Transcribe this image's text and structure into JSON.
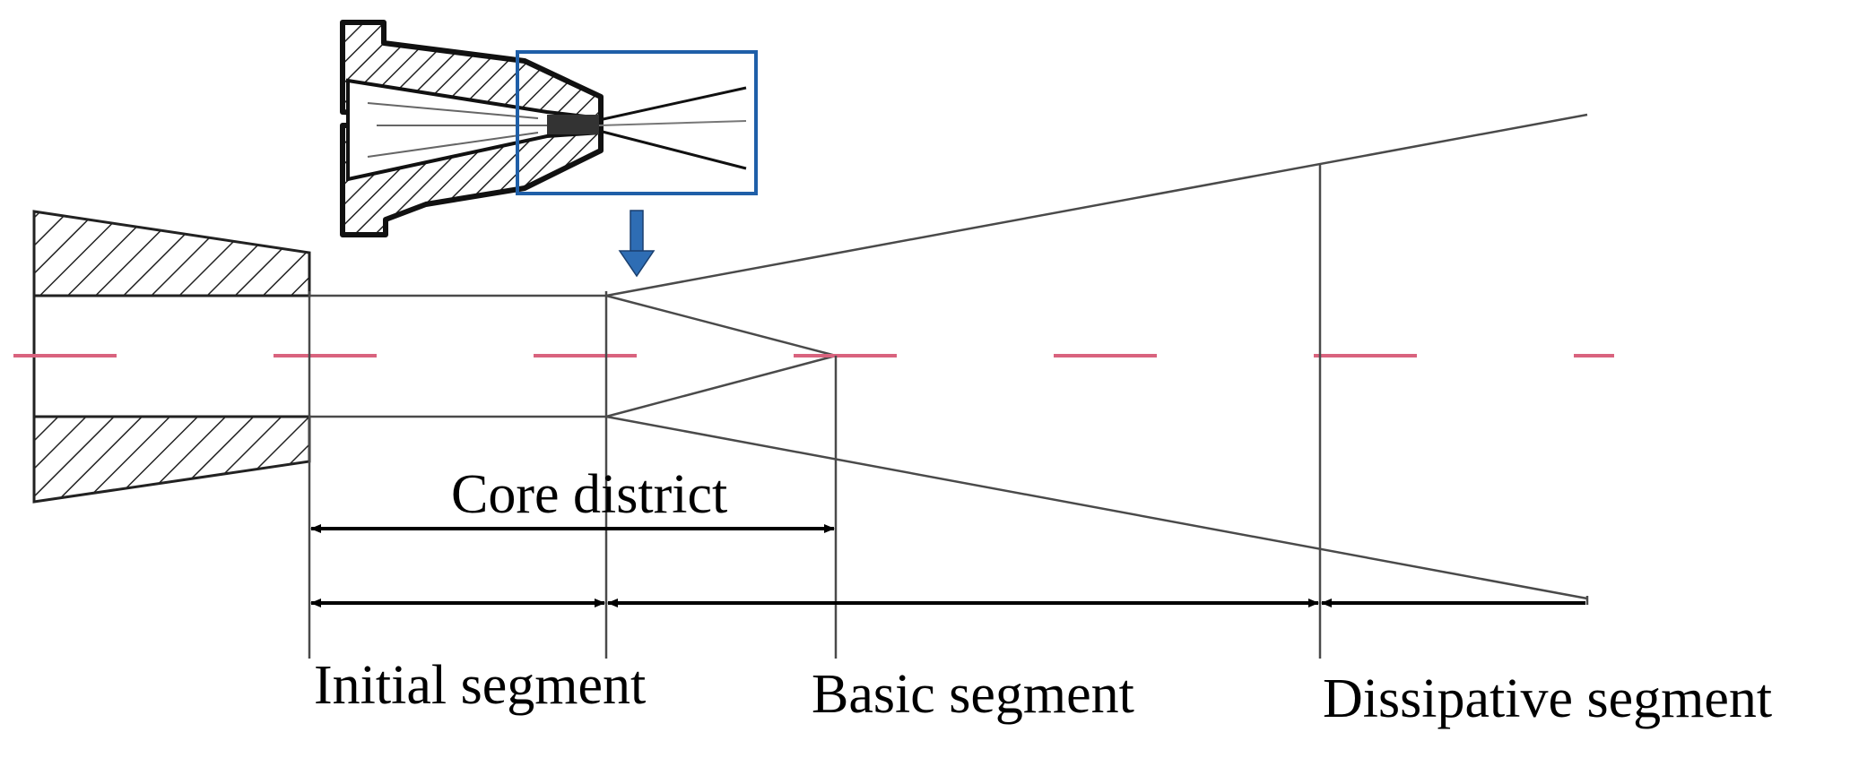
{
  "labels": {
    "core_district": "Core district",
    "initial_segment": "Initial segment",
    "basic_segment": "Basic segment",
    "dissipative_segment": "Dissipative segment"
  },
  "colors": {
    "centerline": "#d9637e",
    "inset_frame": "#1f5fa8",
    "arrow": "#2e6db4",
    "line": "#222222"
  }
}
